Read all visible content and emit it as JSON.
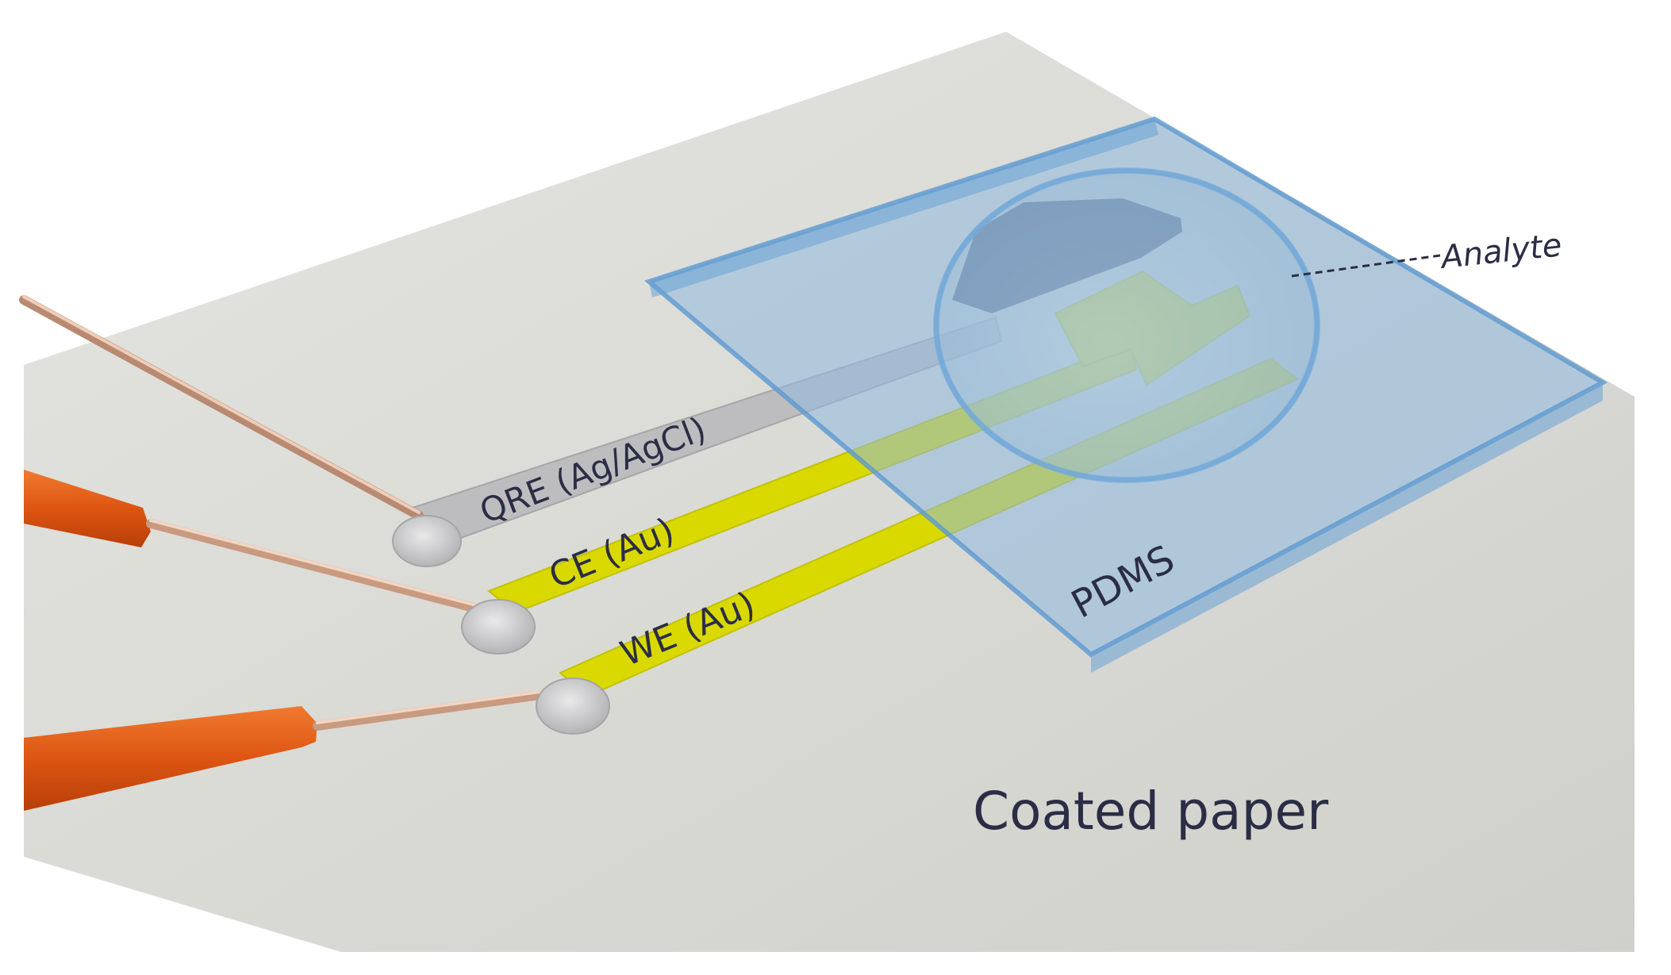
{
  "labels": {
    "qre": "QRE (Ag/AgCl)",
    "ce": "CE (Au)",
    "we": "WE (Au)",
    "pdms": "PDMS",
    "analyte": "Analyte",
    "substrate": "Coated paper"
  },
  "colors": {
    "substrate": "#d8d8d4",
    "gold_electrode": "#d9d900",
    "silver_electrode": "#b9b9bb",
    "pdms": "#8fb9e0",
    "pdms_edge": "#6aa2d6",
    "analyte_drop": "#c8d6da",
    "dark_region": "#1f2650",
    "wire_copper": "#d3a98c",
    "insulation": "#e0611a",
    "pad": "#c9c9cb",
    "label_text": "#2b2d45"
  }
}
